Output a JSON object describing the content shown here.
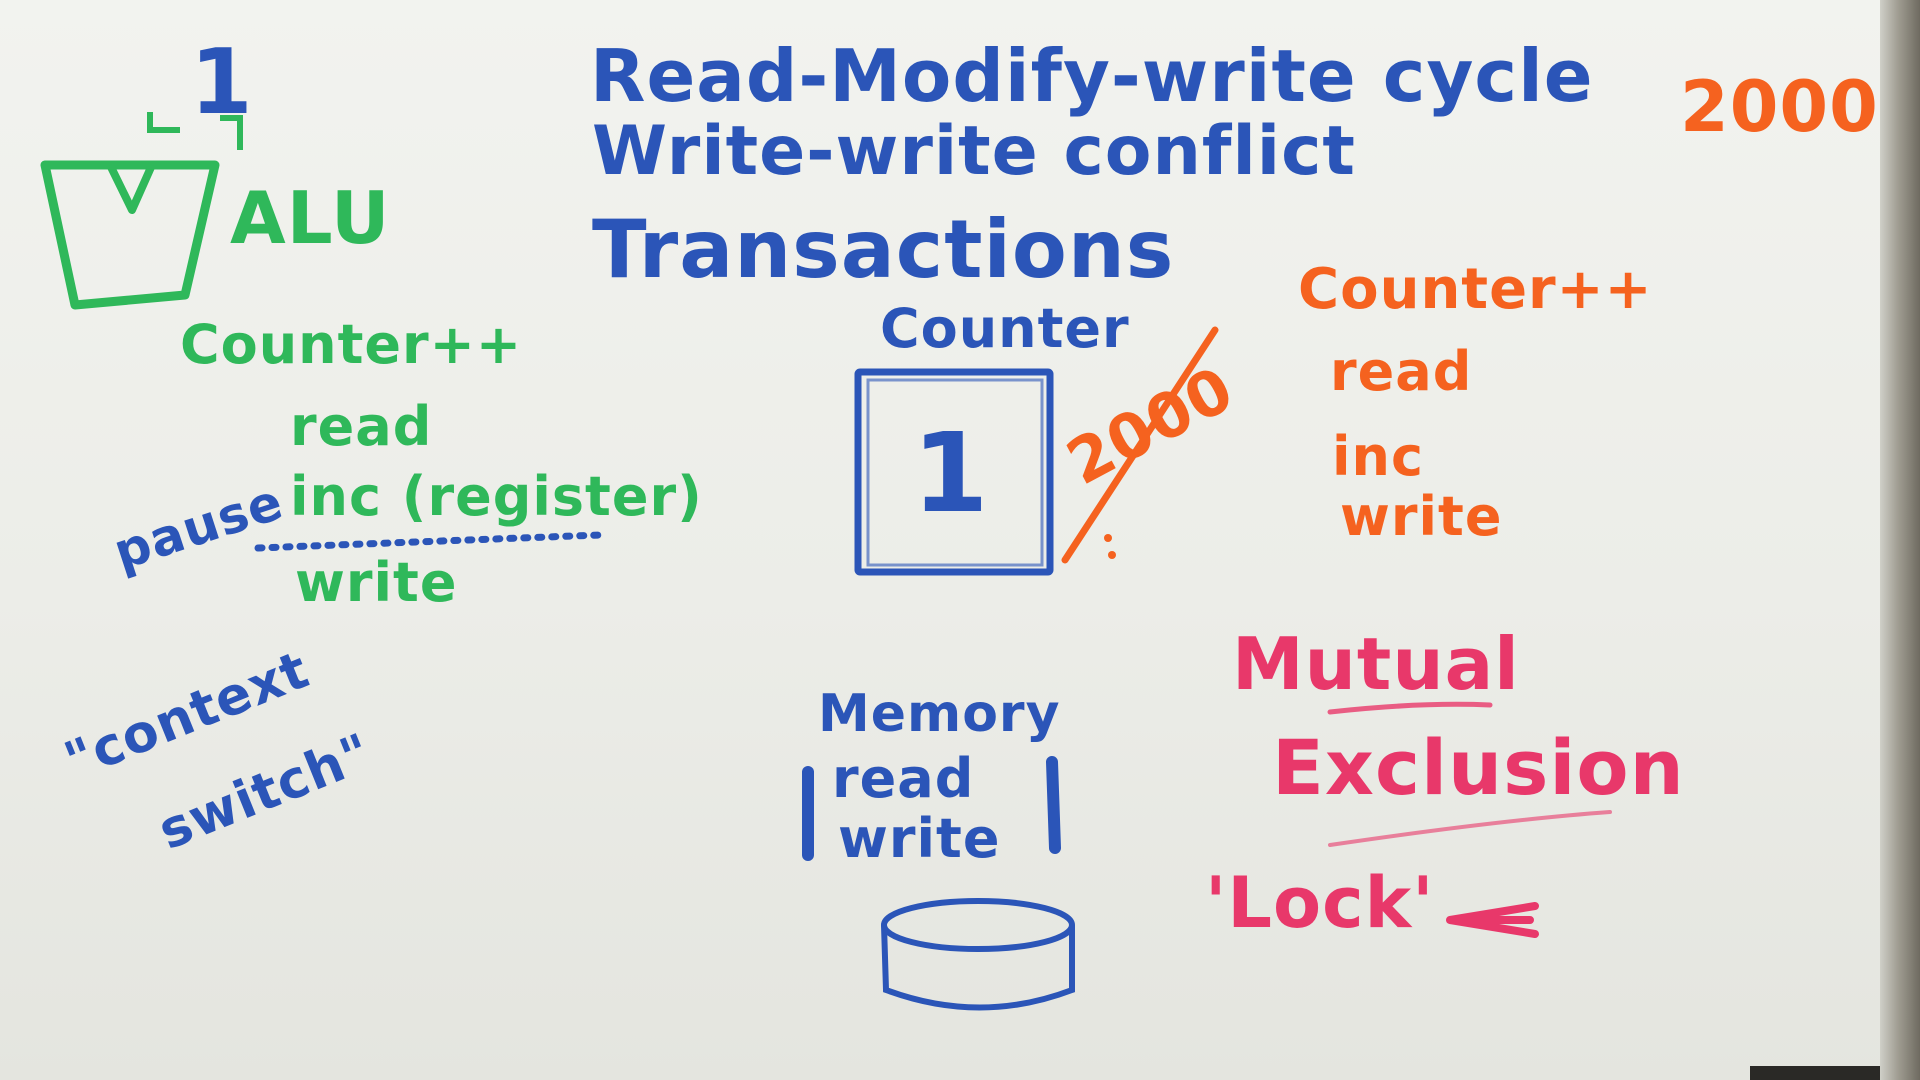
{
  "board": {
    "header": {
      "line1": "Read-Modify-write cycle",
      "line2": "Write-write conflict",
      "line3": "Transactions"
    },
    "top_right_value": "2000",
    "cpu": {
      "alu_label": "ALU",
      "digit": "1",
      "counter_line": "Counter++",
      "read": "read",
      "inc": "inc (register)",
      "pause": "pause",
      "write": "write",
      "context_switch_line1": "\"context",
      "context_switch_line2": "switch\""
    },
    "counter_box": {
      "title": "Counter",
      "value": "1",
      "crossed_value": "2000"
    },
    "right_steps": {
      "counter_line": "Counter++",
      "read": "read",
      "inc": "inc",
      "write": "write"
    },
    "memory": {
      "title": "Memory",
      "read": "read",
      "write": "write"
    },
    "mutual_exclusion": {
      "line1": "Mutual",
      "line2": "Exclusion",
      "lock": "'Lock'"
    },
    "colors": {
      "blue": "#2b55b8",
      "green": "#2fb85a",
      "orange": "#f5621f",
      "pink": "#e8386a"
    }
  }
}
